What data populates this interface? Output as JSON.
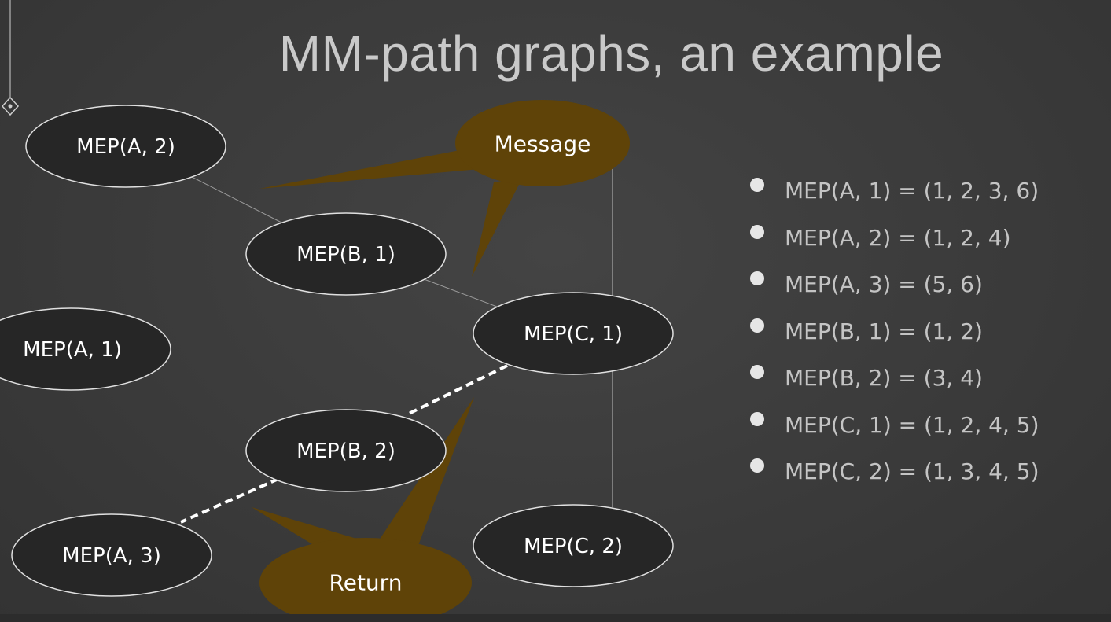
{
  "slide": {
    "title": "MM-path graphs, an example"
  },
  "nodes": [
    {
      "id": "mep-a2",
      "label": "MEP(A, 2)"
    },
    {
      "id": "mep-b1",
      "label": "MEP(B, 1)"
    },
    {
      "id": "mep-a1",
      "label": "MEP(A, 1)"
    },
    {
      "id": "mep-c1",
      "label": "MEP(C, 1)"
    },
    {
      "id": "mep-b2",
      "label": "MEP(B, 2)"
    },
    {
      "id": "mep-a3",
      "label": "MEP(A, 3)"
    },
    {
      "id": "mep-c2",
      "label": "MEP(C, 2)"
    }
  ],
  "edges": [
    {
      "from": "mep-a2",
      "to": "mep-b1",
      "style": "solid"
    },
    {
      "from": "mep-b1",
      "to": "mep-c1",
      "style": "solid"
    },
    {
      "from": "mep-c1",
      "to": "mep-b2",
      "style": "dashed"
    },
    {
      "from": "mep-b2",
      "to": "mep-a3",
      "style": "dashed"
    }
  ],
  "callouts": {
    "message": "Message",
    "return": "Return"
  },
  "legend": [
    "MEP(A, 1) = (1, 2, 3, 6)",
    "MEP(A, 2) = (1, 2, 4)",
    "MEP(A, 3) = (5, 6)",
    "MEP(B, 1) = (1, 2)",
    "MEP(B, 2) = (3, 4)",
    "MEP(C, 1) = (1, 2, 4, 5)",
    "MEP(C, 2) = (1, 3, 4, 5)"
  ],
  "colors": {
    "background": "#3b3b3b",
    "node_fill": "#262626",
    "node_stroke": "#e0e0e0",
    "callout_fill": "#5f4308",
    "title_text": "#c9c9c9",
    "legend_text": "#c4c4c4"
  }
}
